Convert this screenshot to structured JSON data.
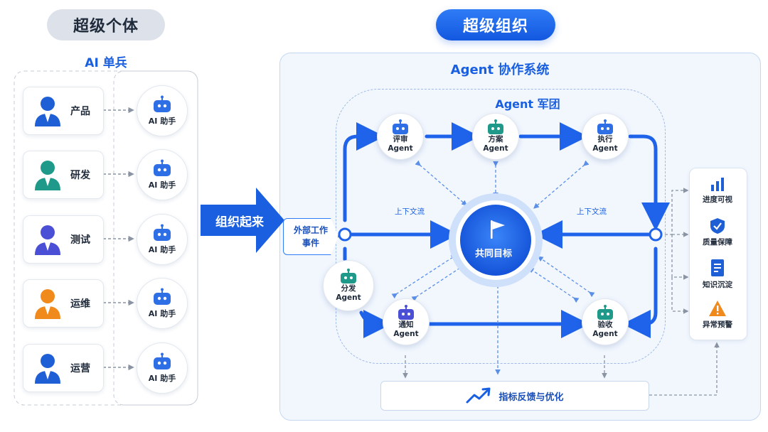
{
  "left": {
    "pill": "超级个体",
    "section_title": "AI 单兵",
    "roles": [
      "产品",
      "研发",
      "测试",
      "运维",
      "运营"
    ],
    "assistant_label": "AI 助手"
  },
  "transition_label": "组织起来",
  "right": {
    "pill": "超级组织",
    "system_title": "Agent 协作系统",
    "legion_title": "Agent 军团",
    "external_event": [
      "外部工作",
      "事件"
    ],
    "center_goal": "共同目标",
    "context_label": "上下文流",
    "nodes": {
      "review": [
        "评审",
        "Agent"
      ],
      "plan": [
        "方案",
        "Agent"
      ],
      "exec": [
        "执行",
        "Agent"
      ],
      "dispatch": [
        "分发",
        "Agent"
      ],
      "notify": [
        "通知",
        "Agent"
      ],
      "accept": [
        "验收",
        "Agent"
      ]
    },
    "outputs": [
      "进度可视",
      "质量保障",
      "知识沉淀",
      "异常预警"
    ],
    "feedback": "指标反馈与优化"
  },
  "colors": {
    "primary": "#1a5fe0",
    "arrow": "#1e63ea",
    "robot_blue": "#2f6fe6",
    "robot_teal": "#1f9a8a",
    "robot_indigo": "#4a4fd6",
    "warning": "#f08a1c"
  }
}
